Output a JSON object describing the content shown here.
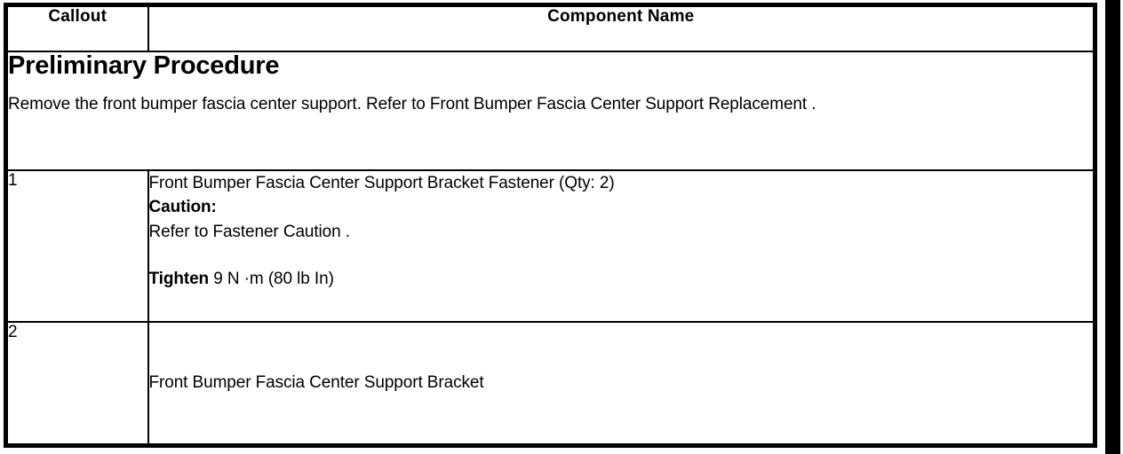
{
  "table": {
    "headers": {
      "callout": "Callout",
      "component_name": "Component Name"
    },
    "preliminary": {
      "title": "Preliminary Procedure",
      "text": "Remove the front bumper fascia center support. Refer to Front Bumper Fascia Center Support Replacement ."
    },
    "rows": [
      {
        "callout": "1",
        "name": "Front Bumper Fascia Center Support Bracket Fastener (Qty: 2)",
        "caution_label": "Caution:",
        "caution_text": "Refer to Fastener Caution .",
        "torque_label": "Tighten",
        "torque_value": "9 N ·m (80 lb In)"
      },
      {
        "callout": "2",
        "name": "Front Bumper Fascia Center Support Bracket"
      }
    ]
  },
  "colors": {
    "ink": "#000000",
    "paper": "#ffffff"
  }
}
